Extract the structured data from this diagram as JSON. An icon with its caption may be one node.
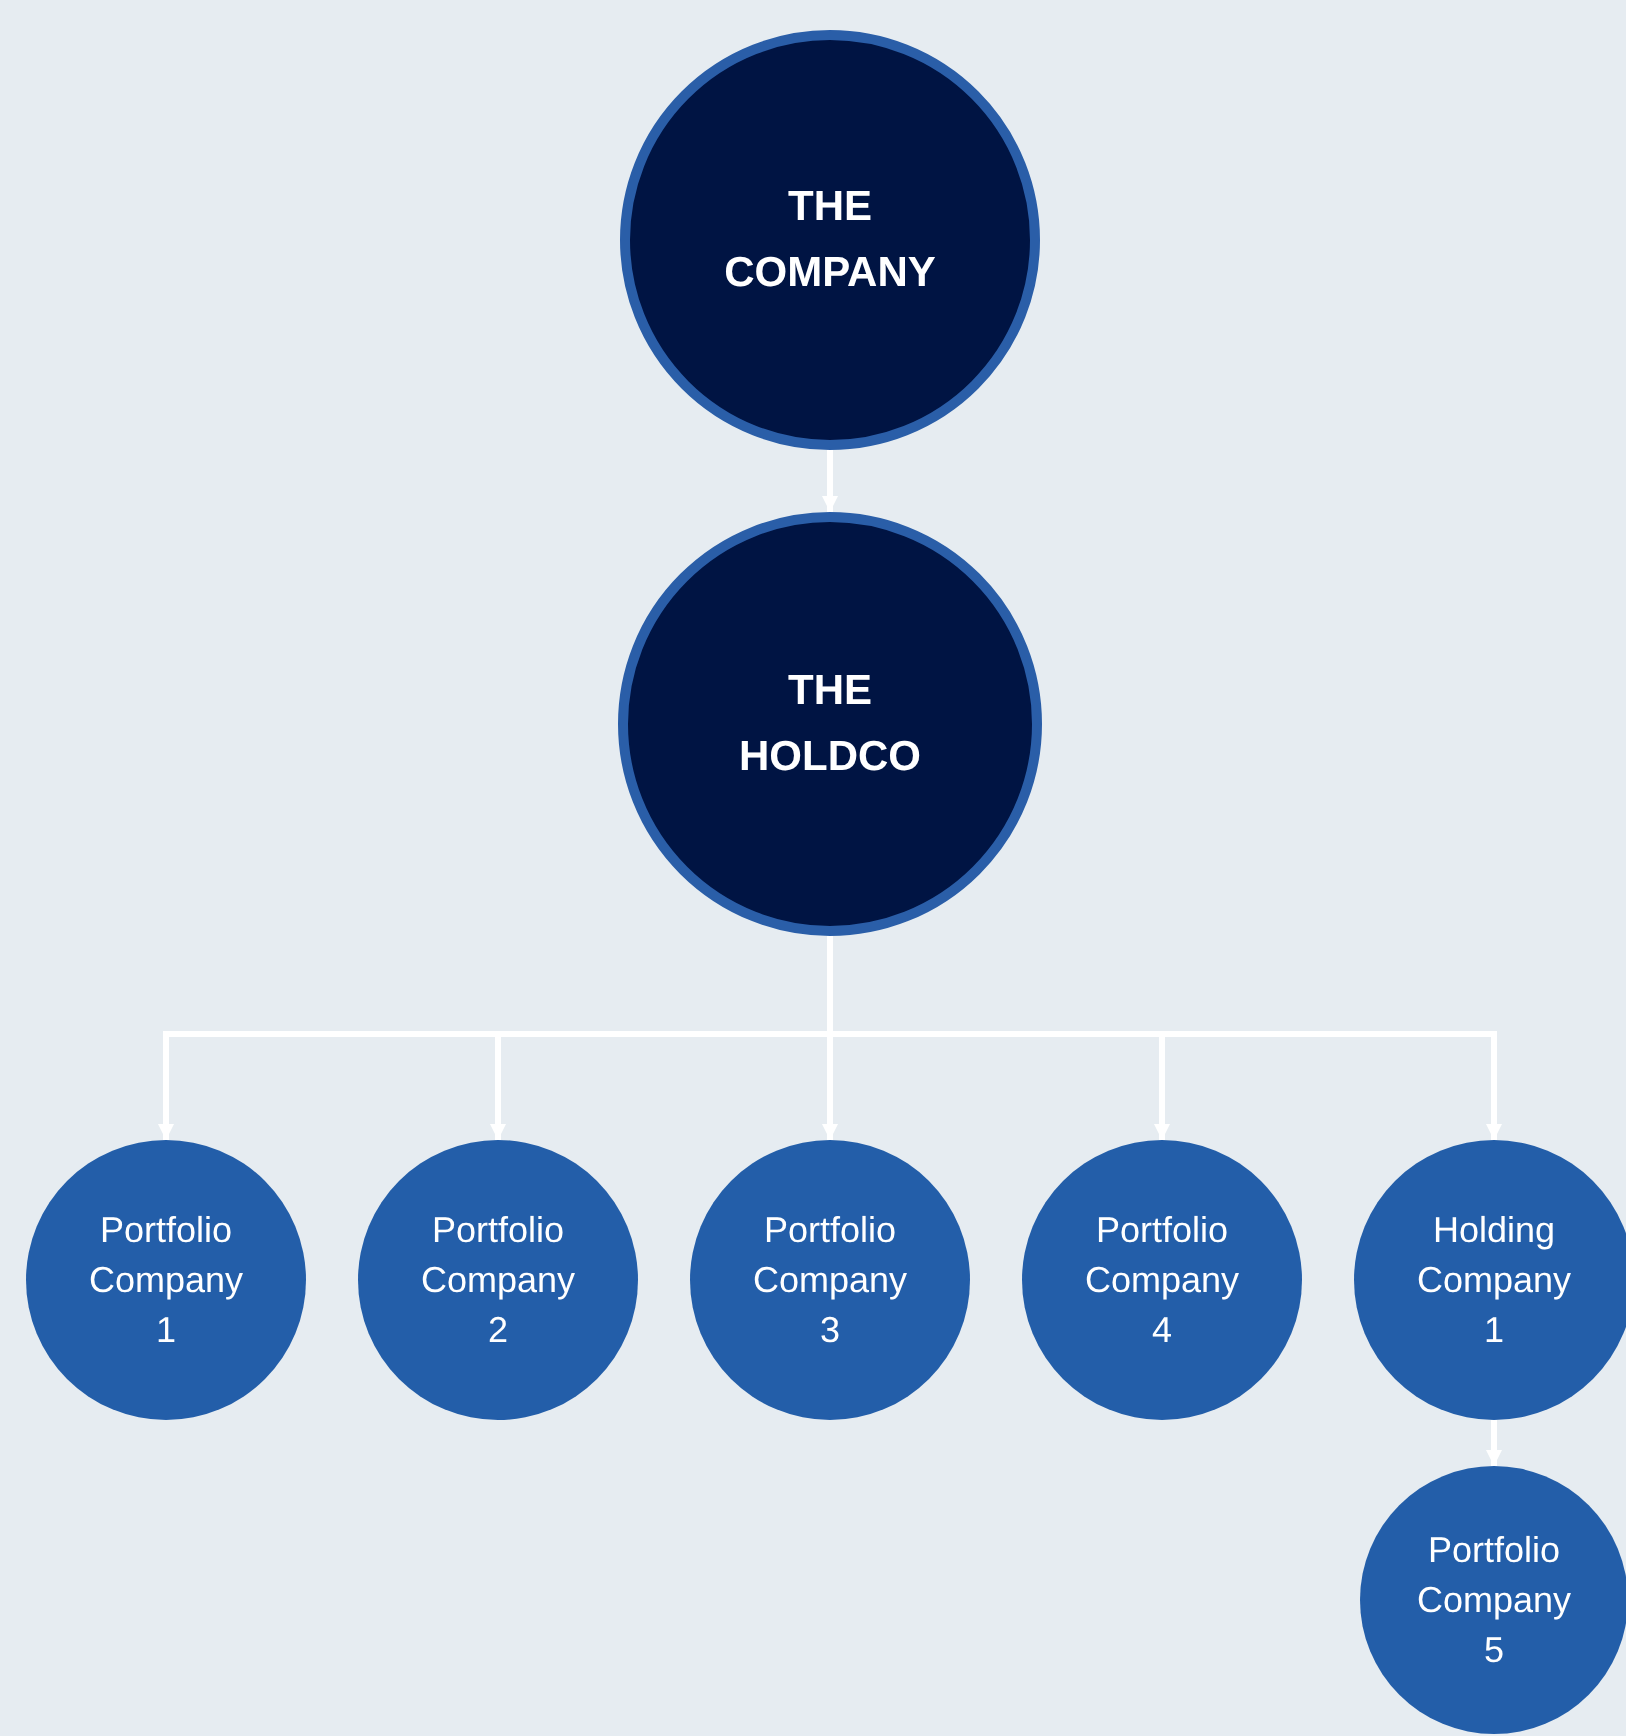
{
  "diagram": {
    "nodes": [
      {
        "text": [
          "THE COMPANY"
        ]
      },
      {
        "text": [
          "THE HOLDCO"
        ]
      },
      {
        "text": [
          "Portfolio Company 1"
        ]
      },
      {
        "text": [
          "Portfolio Company 2"
        ]
      },
      {
        "text": [
          "Portfolio Company 3"
        ]
      },
      {
        "text": [
          "Portfolio Company 4"
        ]
      },
      {
        "text": [
          "Holding Company 1"
        ]
      },
      {
        "text": [
          "Portfolio Company 5"
        ]
      }
    ],
    "edges": [
      {
        "from": 0,
        "to": 1,
        "arrow": "to"
      },
      {
        "from": 1,
        "to": 2,
        "arrow": "to"
      },
      {
        "from": 1,
        "to": 3,
        "arrow": "to"
      },
      {
        "from": 1,
        "to": 4,
        "arrow": "to"
      },
      {
        "from": 1,
        "to": 5,
        "arrow": "to"
      },
      {
        "from": 1,
        "to": 6,
        "arrow": "to"
      },
      {
        "from": 6,
        "to": 7,
        "arrow": "to"
      }
    ]
  }
}
